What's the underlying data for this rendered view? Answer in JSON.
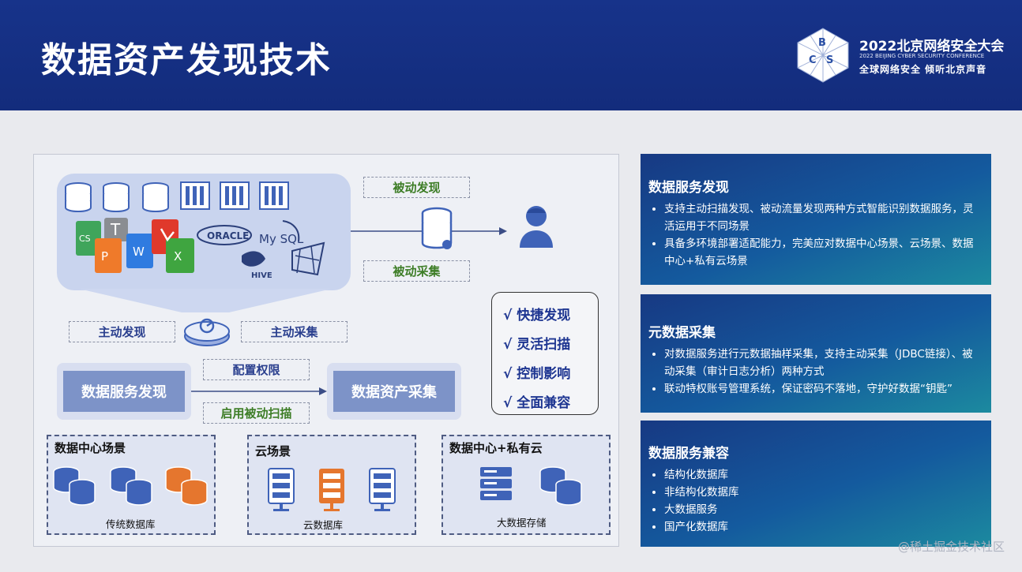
{
  "header": {
    "title": "数据资产发现技术",
    "conference": {
      "name": "2022北京网络安全大会",
      "english_name": "2022 BEIJING CYBER SECURITY CONFERENCE",
      "slogan": "全球网络安全 倾听北京声音",
      "logo_letters": [
        "B",
        "C",
        "S"
      ]
    }
  },
  "diagram": {
    "source_icons": {
      "file_types": [
        "CS",
        "T",
        "P",
        "W",
        "X"
      ],
      "db_brands": [
        "ORACLE",
        "My SQL",
        "HIVE"
      ]
    },
    "labels": {
      "passive_discovery": "被动发现",
      "passive_collection": "被动采集",
      "active_discovery": "主动发现",
      "active_collection": "主动采集",
      "config_permission": "配置权限",
      "enable_passive_scan": "启用被动扫描"
    },
    "systems": {
      "service_discovery": "数据服务发现",
      "asset_collection": "数据资产采集"
    },
    "features": [
      "√ 快捷发现",
      "√ 灵活扫描",
      "√ 控制影响",
      "√ 全面兼容"
    ],
    "scenes": [
      {
        "title": "数据中心场景",
        "caption": "传统数据库"
      },
      {
        "title": "云场景",
        "caption": "云数据库"
      },
      {
        "title": "数据中心+私有云",
        "caption": "大数据存储"
      }
    ],
    "colors": {
      "icon_blue": "#3f63b8",
      "icon_orange": "#e5762e",
      "label_green": "#3d7d26"
    }
  },
  "panels": [
    {
      "heading": "数据服务发现",
      "items": [
        "支持主动扫描发现、被动流量发现两种方式智能识别数据服务，灵活运用于不同场景",
        "具备多环境部署适配能力，完美应对数据中心场景、云场景、数据中心+私有云场景"
      ]
    },
    {
      "heading": "元数据采集",
      "items": [
        "对数据服务进行元数据抽样采集，支持主动采集（JDBC链接）、被动采集（审计日志分析）两种方式",
        "联动特权账号管理系统，保证密码不落地，守护好数据“钥匙”"
      ]
    },
    {
      "heading": "数据服务兼容",
      "items": [
        "结构化数据库",
        "非结构化数据库",
        "大数据服务",
        "国产化数据库"
      ]
    }
  ],
  "watermark": "@稀土掘金技术社区"
}
